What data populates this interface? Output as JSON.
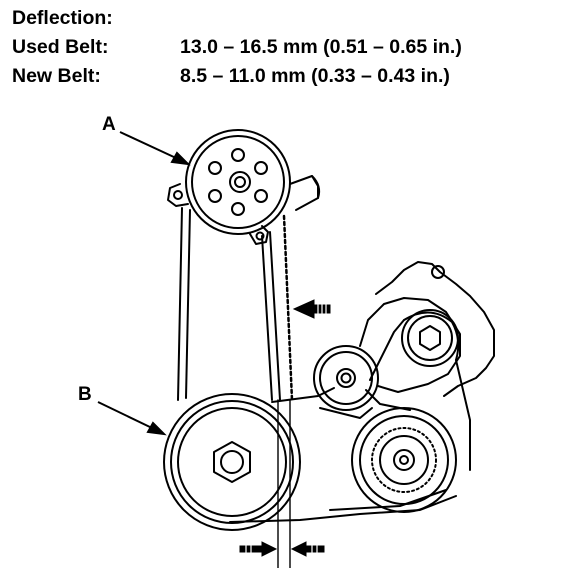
{
  "spec": {
    "heading": "Deflection:",
    "rows": [
      {
        "label": "Used Belt:",
        "value": "13.0 – 16.5 mm (0.51 – 0.65 in.)"
      },
      {
        "label": "New Belt:",
        "value": "8.5 – 11.0 mm (0.33 – 0.43 in.)"
      }
    ]
  },
  "callouts": {
    "a": "A",
    "b": "B"
  },
  "colors": {
    "ink": "#000000",
    "paper": "#ffffff"
  }
}
